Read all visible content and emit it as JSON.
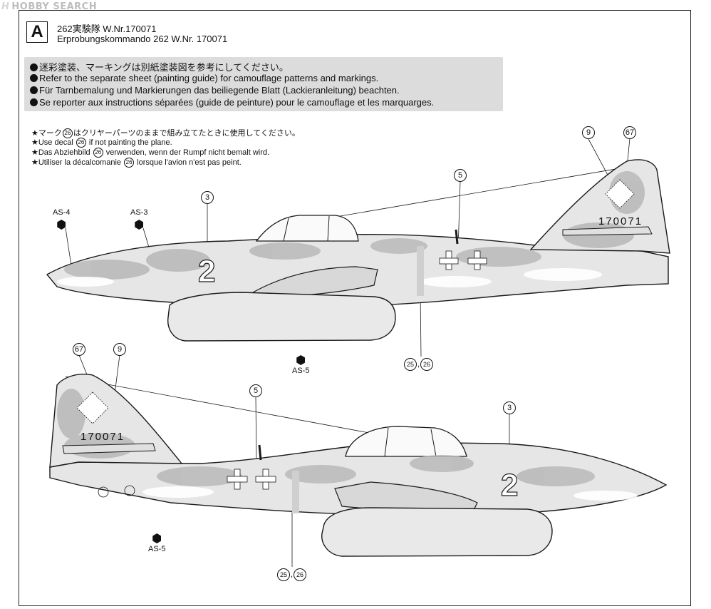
{
  "watermark": {
    "logo": "H",
    "text": "HOBBY SEARCH"
  },
  "variant": {
    "letter": "A"
  },
  "title": {
    "jp": "262実験隊 W.Nr.170071",
    "de": "Erprobungskommando 262 W.Nr. 170071"
  },
  "painting_note": {
    "jp": "迷彩塗装、マーキングは別紙塗装図を参考にしてください。",
    "en": "Refer to the separate sheet (painting guide) for camouflage patterns and markings.",
    "de": "Für Tarnbemalung und Markierungen das beiliegende Blatt (Lackieranleitung) beachten.",
    "fr": "Se reporter aux instructions séparées (guide de peinture) pour le camouflage et les marquarges."
  },
  "decal_note": {
    "decal_number": "26",
    "jp_pre": "★マーク",
    "jp_post": "はクリヤーパーツのままで組み立てたときに使用してください。",
    "en_pre": "★Use decal",
    "en_post": "if not painting the plane.",
    "de_pre": "★Das Abziehbild",
    "de_post": "verwenden, wenn der Rumpf nicht bemalt wird.",
    "fr_pre": "★Utiliser la décalcomanie",
    "fr_post": "lorsque l'avion n'est pas peint."
  },
  "plane_top": {
    "serial": "170071",
    "code": "2",
    "callouts": {
      "c9": "9",
      "c67": "67",
      "c5": "5",
      "c3": "3",
      "c25": "25",
      "c26": "26",
      "comma": ","
    },
    "weights": {
      "as4": "AS-4",
      "as3": "AS-3",
      "as5": "AS-5"
    }
  },
  "plane_bottom": {
    "serial": "170071",
    "code": "2",
    "callouts": {
      "c67": "67",
      "c9": "9",
      "c5": "5",
      "c3": "3",
      "c25": "25",
      "c26": "26",
      "comma": ","
    },
    "weights": {
      "as5": "AS-5"
    }
  },
  "colors": {
    "fuselage_light": "#e6e6e6",
    "camo_mid": "#b8b8b8",
    "camo_dark": "#8c8c8c",
    "outline": "#1a1a1a",
    "note_bg": "#dcdcdc"
  }
}
